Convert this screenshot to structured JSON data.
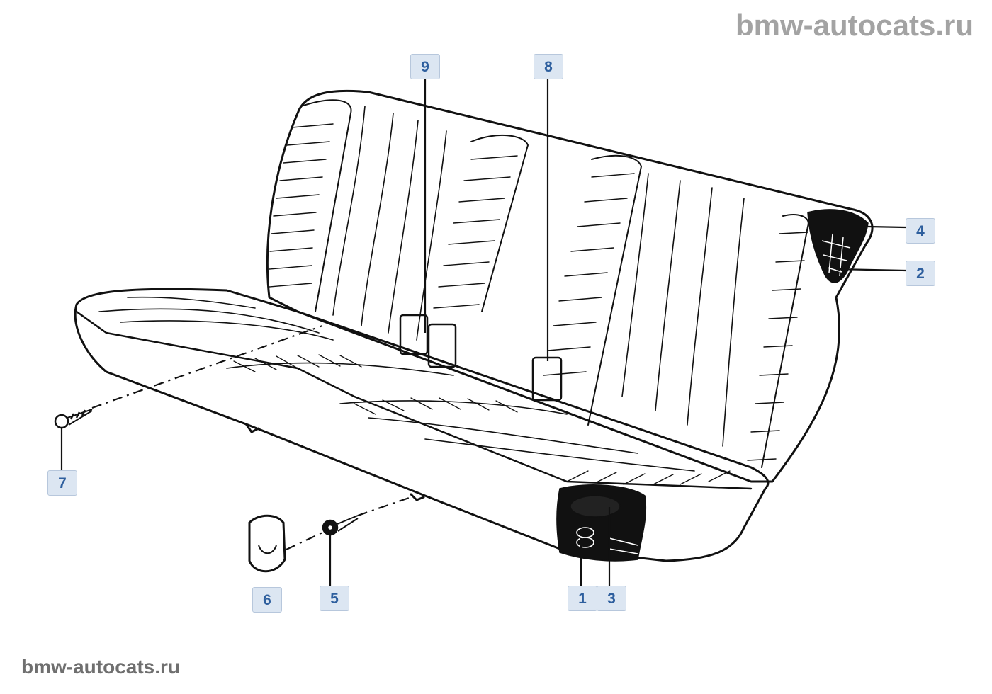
{
  "watermark": {
    "top": "bmw-autocats.ru",
    "bottom": "bmw-autocats.ru"
  },
  "callouts": [
    {
      "id": "9",
      "label": "9"
    },
    {
      "id": "8",
      "label": "8"
    },
    {
      "id": "4",
      "label": "4"
    },
    {
      "id": "2",
      "label": "2"
    },
    {
      "id": "7",
      "label": "7"
    },
    {
      "id": "6",
      "label": "6"
    },
    {
      "id": "5",
      "label": "5"
    },
    {
      "id": "1",
      "label": "1"
    },
    {
      "id": "3",
      "label": "3"
    }
  ],
  "colors": {
    "line": "#111111",
    "callout_bg": "#dce6f2",
    "callout_text": "#2e5f9e",
    "watermark": "#a3a3a3"
  }
}
